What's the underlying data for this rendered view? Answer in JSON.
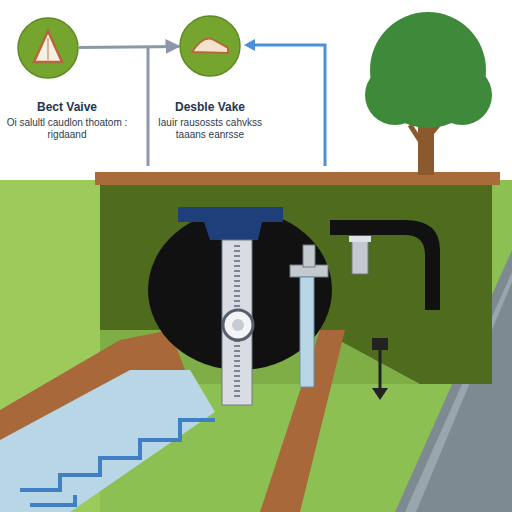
{
  "diagram": {
    "nodes": [
      {
        "text": [
          "Bect Vaive",
          "Oi salultl caudlon thoatom : rigdaand"
        ]
      },
      {
        "text": [
          "Desble Vake",
          "Iauir rausossts cahvkss taaans eanrsse"
        ]
      }
    ],
    "edges": [
      {
        "from": 0,
        "to": 1,
        "arrow": "to"
      }
    ]
  }
}
